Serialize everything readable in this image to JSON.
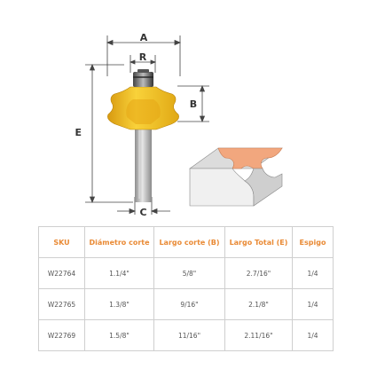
{
  "drawing": {
    "labels": {
      "a": "A",
      "r": "R",
      "b": "B",
      "e": "E",
      "c": "C"
    }
  },
  "colors": {
    "bit_yellow": "#f5c21b",
    "bit_shadow": "#d89a10",
    "shank": "#b9b9b9",
    "header_text": "#e98a35",
    "profile_cut": "#f2a77e"
  },
  "table": {
    "headers": [
      "SKU",
      "Diámetro corte",
      "Largo corte (B)",
      "Largo Total (E)",
      "Espigo"
    ],
    "rows": [
      [
        "W22764",
        "1.1/4\"",
        "5/8\"",
        "2.7/16\"",
        "1/4"
      ],
      [
        "W22765",
        "1.3/8\"",
        "9/16\"",
        "2.1/8\"",
        "1/4"
      ],
      [
        "W22769",
        "1.5/8\"",
        "11/16\"",
        "2.11/16\"",
        "1/4"
      ]
    ]
  }
}
